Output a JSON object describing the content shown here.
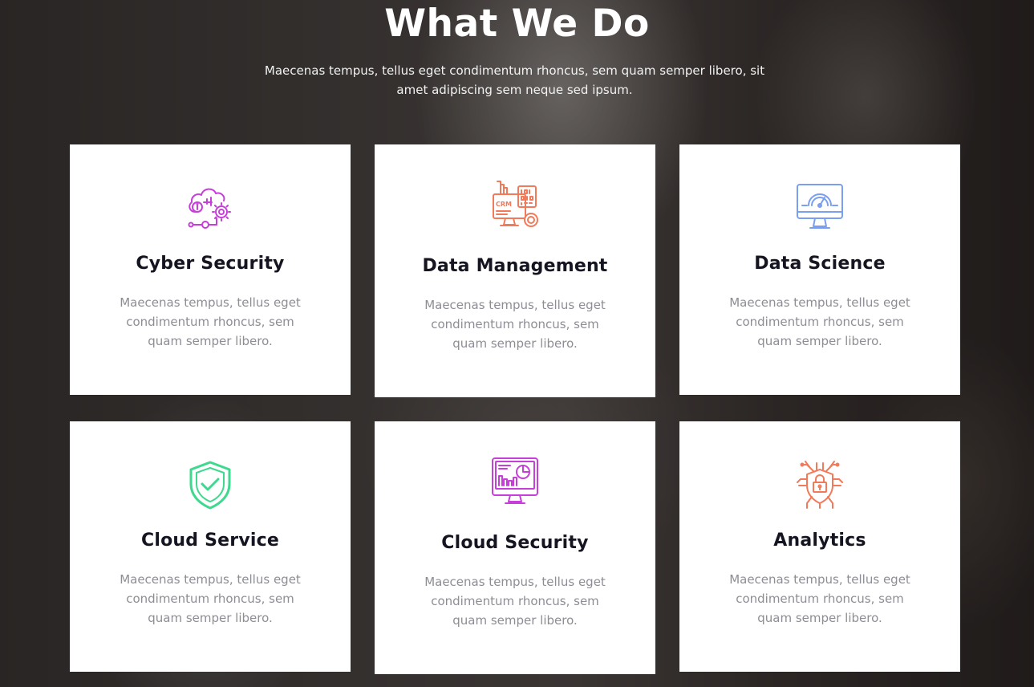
{
  "section": {
    "title": "What We Do",
    "subtitle": "Maecenas tempus, tellus eget condimentum rhoncus, sem quam semper libero, sit amet adipiscing sem neque sed ipsum."
  },
  "cards": [
    {
      "icon": "cloud-gear-icon",
      "color": "#c63fd8",
      "title": "Cyber Security",
      "text": "Maecenas tempus, tellus eget condimentum rhoncus, sem quam semper libero."
    },
    {
      "icon": "crm-data-icon",
      "color": "#f07a5a",
      "title": "Data Management",
      "text": "Maecenas tempus, tellus eget condimentum rhoncus, sem quam semper libero."
    },
    {
      "icon": "monitor-gauge-icon",
      "color": "#7b9ff0",
      "title": "Data Science",
      "text": "Maecenas tempus, tellus eget condimentum rhoncus, sem quam semper libero."
    },
    {
      "icon": "shield-check-icon",
      "color": "#3ed98f",
      "title": "Cloud Service",
      "text": "Maecenas tempus, tellus eget condimentum rhoncus, sem quam semper libero."
    },
    {
      "icon": "monitor-chart-icon",
      "color": "#c63fd8",
      "title": "Cloud Security",
      "text": "Maecenas tempus, tellus eget condimentum rhoncus, sem quam semper libero."
    },
    {
      "icon": "lock-circuit-icon",
      "color": "#f07a5a",
      "title": "Analytics",
      "text": "Maecenas tempus, tellus eget condimentum rhoncus, sem quam semper libero."
    }
  ]
}
